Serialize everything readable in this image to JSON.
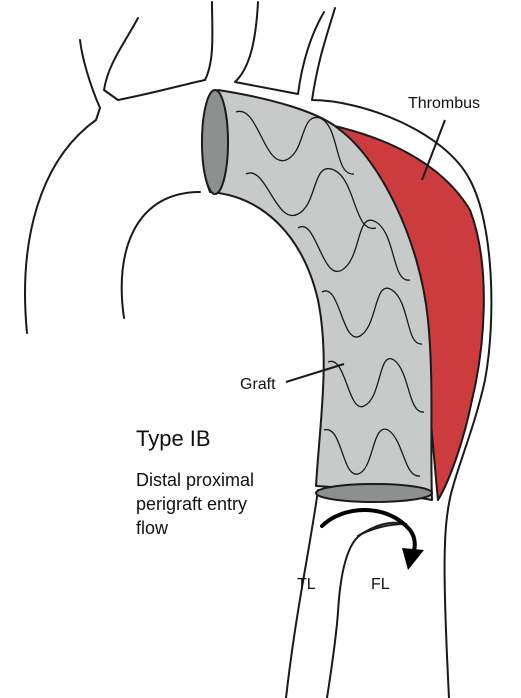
{
  "labels": {
    "thrombus": "Thrombus",
    "graft": "Graft",
    "type": "Type IB",
    "description_lines": [
      "Distal proximal",
      "perigraft entry",
      "flow"
    ],
    "true_lumen": "TL",
    "false_lumen": "FL"
  },
  "colors": {
    "thrombus": "#cc3c3e",
    "graft_fill": "#c8c9c9",
    "graft_end": "#8e9090",
    "outline": "#1a1a1a",
    "background": "#ffffff"
  }
}
